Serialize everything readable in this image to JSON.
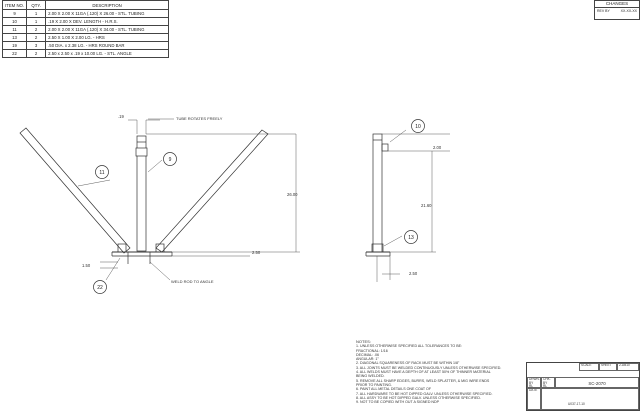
{
  "bom": {
    "headers": [
      "ITEM NO.",
      "QTY.",
      "DESCRIPTION"
    ],
    "rows": [
      {
        "item": "9",
        "qty": "1",
        "desc": "2.00 X 2.00 X 11GA (.120) X 26.00 - STL. TUBING"
      },
      {
        "item": "10",
        "qty": "1",
        ".19 X 2.00 X DEV. LENGTH - H.R.S.": "",
        "desc": ".19 X 2.00 X DEV. LENGTH - H.R.S."
      },
      {
        "item": "11",
        "qty": "2",
        "desc": "2.00 X 2.00 X 11GA (.120) X 34.00 - STL. TUBING"
      },
      {
        "item": "13",
        "qty": "2",
        "desc": "2.50 X 1.00 X 2.00 LG. - HRS"
      },
      {
        "item": "19",
        "qty": "3",
        "desc": ".50 DIA. x 2.38 LG. - HRS ROUND BAR"
      },
      {
        "item": "22",
        "qty": "2",
        "desc": "2.50 x 2.50 x .19 x 10.00 LG. - STL. ANGLE"
      }
    ]
  },
  "changes": {
    "title": "CHANGES",
    "rev": "REV  BY",
    "date": "XX-XX-XX"
  },
  "drawing": {
    "balloons": [
      "11",
      "9",
      "22",
      "10",
      "13"
    ],
    "dims": {
      "d19": ".19",
      "d26": "26.00",
      "d250a": "2.50",
      "d150": "1.50",
      "d200": "2.00",
      "d2160": "21.60",
      "d250b": "2.50"
    },
    "callouts": {
      "tube": "TUBE ROTATES FREELY",
      "weld": "WELD ROD TO ANGLE"
    }
  },
  "notes": {
    "heading": "NOTES:",
    "lines": [
      "1. UNLESS OTHERWISE SPECIFIED ALL TOLERANCES TO BE:",
      "   FRACTIONAL: 1/16",
      "   DECIMAL: .06",
      "   ANGULAR: 1°",
      "2. DIAGONAL SQUARENESS OF RACK MUST BE WITHIN 1/8\"",
      "3. ALL JOINTS MUST BE WELDED CONTINUOUSLY UNLESS OTHERWISE SPECIFIED.",
      "4. ALL WELDS MUST HAVE A DEPTH OF AT LEAST 50% OF THINNER MATERIAL",
      "   BEING WELDED.",
      "5. REMOVE ALL SHARP EDGES, BURRS, WELD SPLATTER, & MIG WIRE ENDS",
      "   PRIOR TO PAINTING.",
      "6. PAINT ALL METAL DETAILS ONE COAT OF",
      "7. ALL HARDWARE TO BE HOT DIPPED GALV. UNLESS OTHERWISE SPECIFIED.",
      "8. ALL ASSY TO BE HOT DIPPED GALV. UNLESS OTHERWISE SPECIFIED.",
      "9. NOT TO BE COPIED WITH OUT A SIGNED NDP"
    ]
  },
  "titleblock": {
    "scale_lbl": "SCALE",
    "sheet_lbl": "SHEET",
    "size_lbl": "SIZE",
    "code": "2-DB10",
    "part": "SC-2070",
    "drawn_lbl": "DRWN. BY",
    "drawn": "RL",
    "check_lbl": "CHK. BY",
    "check": "RL",
    "date_lbl": "DATE",
    "date": "",
    "file": "U037-17-10"
  }
}
